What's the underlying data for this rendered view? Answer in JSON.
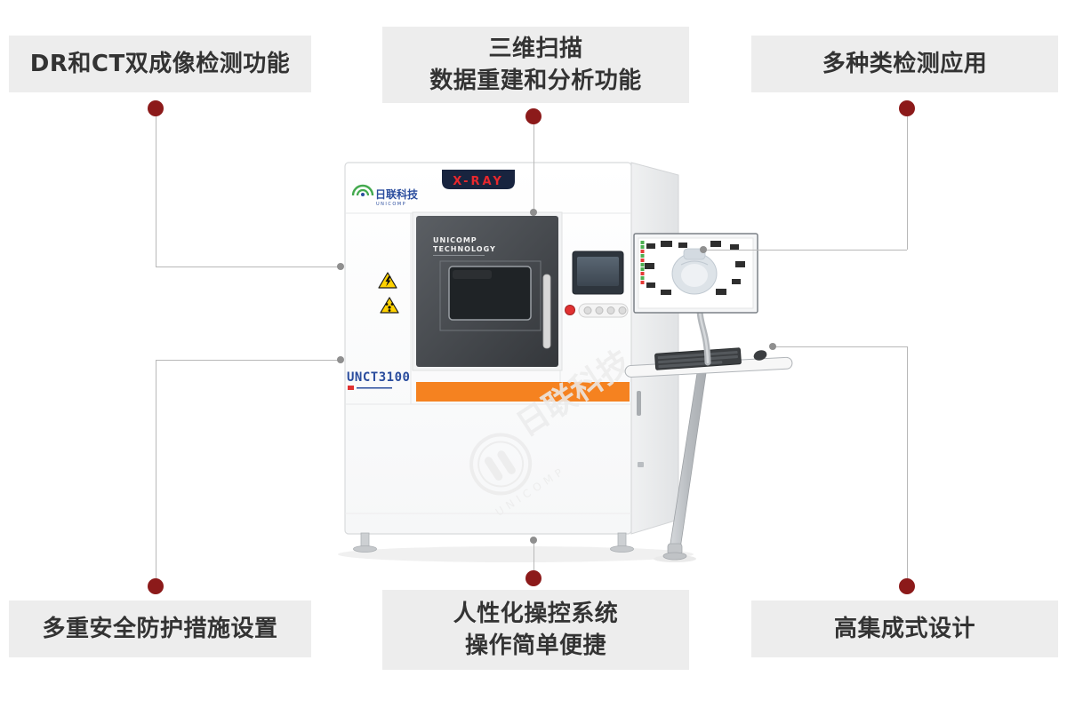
{
  "callouts": {
    "top_left": {
      "label": "DR和CT双成像检测功能"
    },
    "top_center": {
      "line1": "三维扫描",
      "line2": "数据重建和分析功能"
    },
    "top_right": {
      "label": "多种类检测应用"
    },
    "bottom_left": {
      "label": "多重安全防护措施设置"
    },
    "bottom_center": {
      "line1": "人性化操控系统",
      "line2": "操作简单便捷"
    },
    "bottom_right": {
      "label": "高集成式设计"
    }
  },
  "machine": {
    "brand_cn": "日联科技",
    "brand_en": "UNICOMP",
    "top_badge": "X-RAY",
    "door_line1": "UNICOMP",
    "door_line2": "TECHNOLOGY",
    "model": "UNCT3100",
    "watermark_cn": "日联科技",
    "watermark_en": "UNICOMP"
  },
  "colors": {
    "callout_bg": "#ededed",
    "callout_text": "#333333",
    "dot_red": "#8c1a1a",
    "connector_gray": "#b8b8b8",
    "orange_stripe": "#f58220",
    "brand_blue": "#2b4d9e",
    "xray_red": "#e8282d",
    "warning_yellow": "#ffd200",
    "door_dark": "#3b3e42"
  }
}
